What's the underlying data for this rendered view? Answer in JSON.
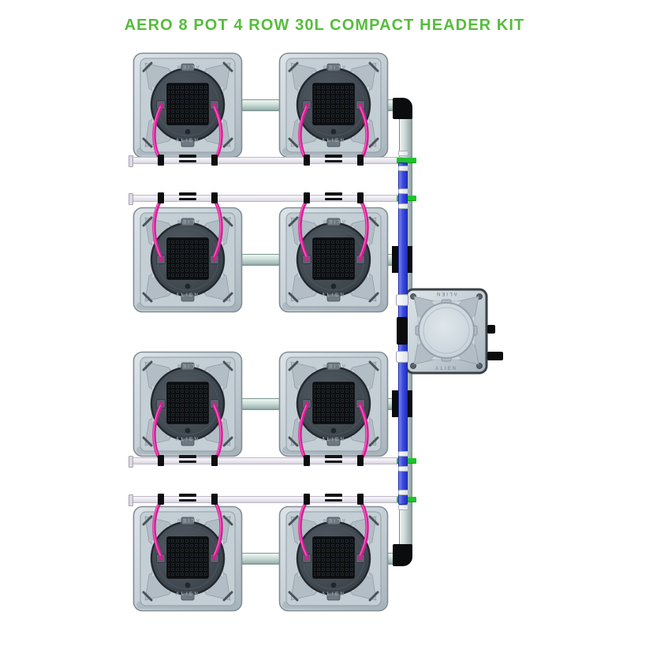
{
  "title": {
    "text": "AERO 8 POT 4 ROW 30L COMPACT HEADER KIT"
  },
  "brand": {
    "pot_label_top": "ALIEN",
    "pot_label_bottom": "ALIEN",
    "tank_label_top": "ALIEN",
    "tank_label_bottom": "ALIEN"
  },
  "colors": {
    "accent_green": "#56BD3B",
    "tube_magenta": "#D71B97",
    "pipe_blue": "#3A49DF",
    "fitting_green": "#1FC32B",
    "fitting_black": "#0B0C0E",
    "feed_pipe_grey": "#CFE0DA",
    "rail_white": "#EFECF4",
    "pot_body_grey": "#C6D0D7",
    "lid_dark_grey": "#3D454D"
  }
}
